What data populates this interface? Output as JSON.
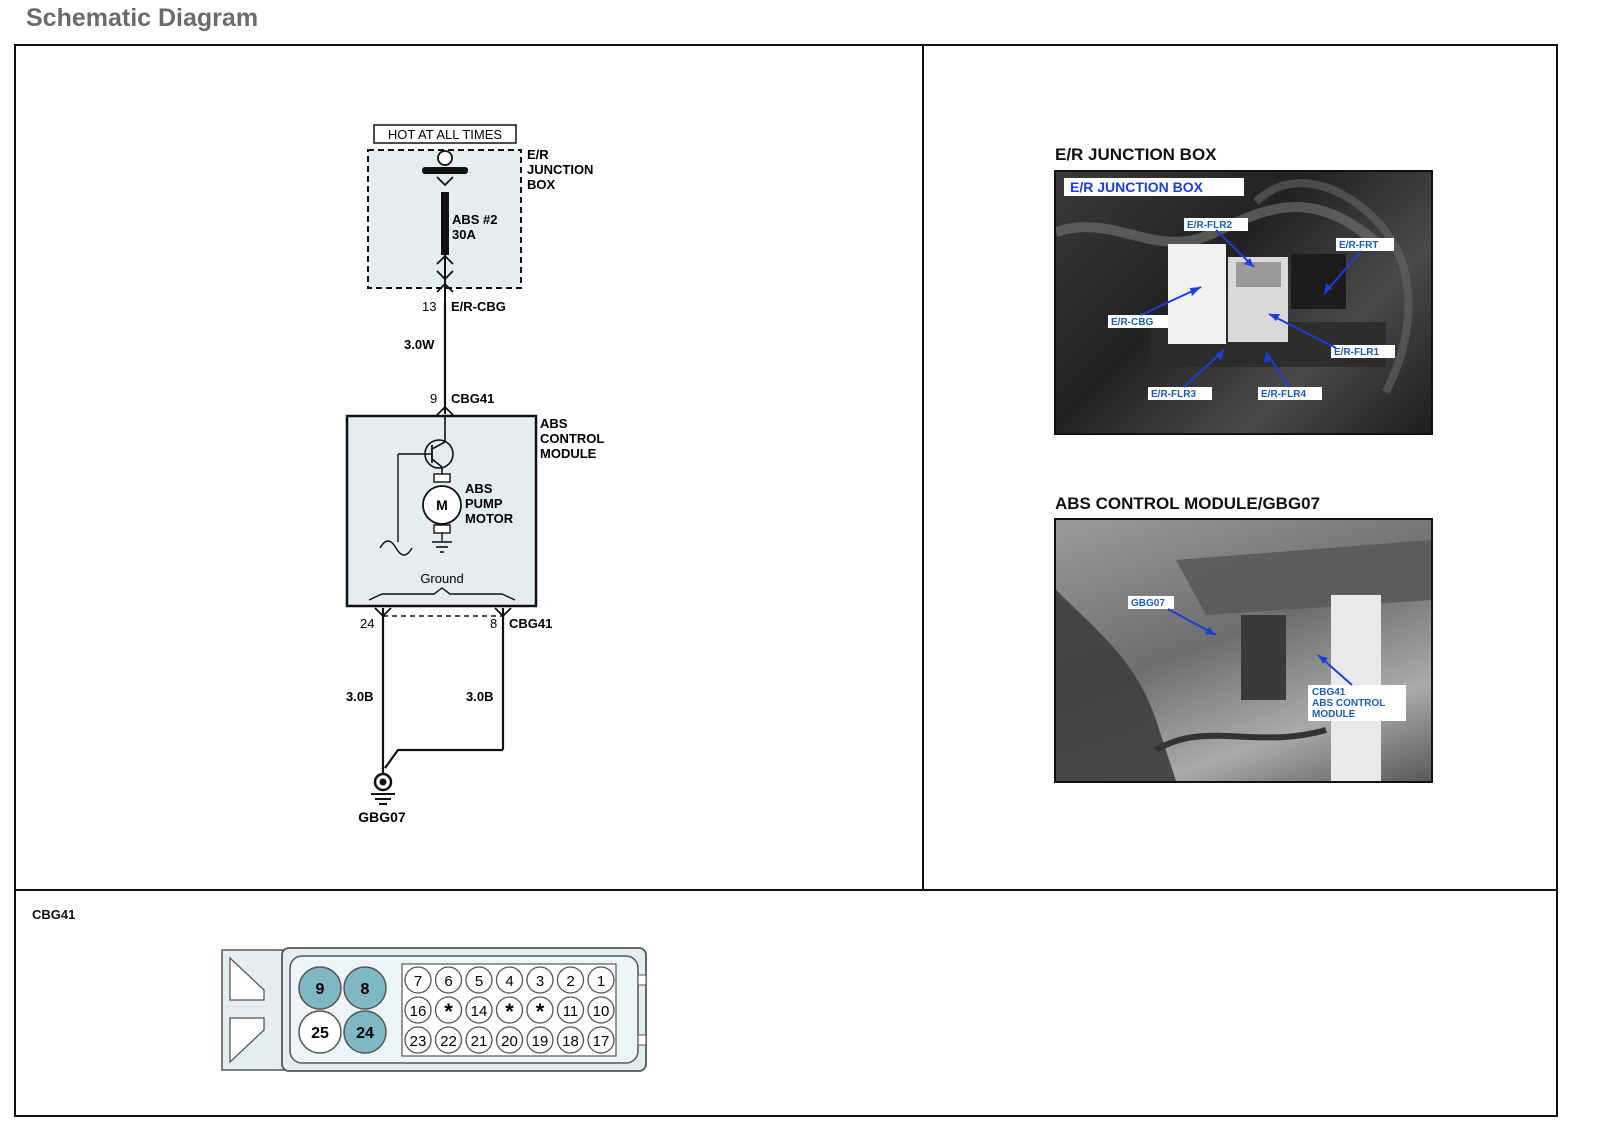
{
  "page_title": "Schematic Diagram",
  "schematic": {
    "hot_label": "HOT AT ALL TIMES",
    "junction_box_label": [
      "E/R",
      "JUNCTION",
      "BOX"
    ],
    "fuse_label": [
      "ABS #2",
      "30A"
    ],
    "pin_13": "13",
    "conn_er_cbg": "E/R-CBG",
    "wire_1": "3.0W",
    "pin_9": "9",
    "conn_cbg41_top": "CBG41",
    "module_label": [
      "ABS",
      "CONTROL",
      "MODULE"
    ],
    "motor_symbol": "M",
    "motor_label": [
      "ABS",
      "PUMP",
      "MOTOR"
    ],
    "ground_label": "Ground",
    "pin_24": "24",
    "pin_8": "8",
    "conn_cbg41_bottom": "CBG41",
    "wire_2": "3.0B",
    "wire_3": "3.0B",
    "ground_point": "GBG07"
  },
  "photo_junction_box": {
    "title": "E/R JUNCTION BOX",
    "inner_title": "E/R JUNCTION BOX",
    "callouts": [
      "E/R-FLR2",
      "E/R-FRT",
      "E/R-CBG",
      "E/R-FLR1",
      "E/R-FLR3",
      "E/R-FLR4"
    ]
  },
  "photo_abs_module": {
    "title": "ABS CONTROL MODULE/GBG07",
    "callout_ground": "GBG07",
    "callout_module": [
      "CBG41",
      "ABS CONTROL",
      "MODULE"
    ]
  },
  "connector": {
    "title": "CBG41",
    "big_pins": [
      "9",
      "8",
      "25",
      "24"
    ],
    "highlighted_pins": [
      "9",
      "8",
      "24"
    ],
    "row1": [
      "7",
      "6",
      "5",
      "4",
      "3",
      "2",
      "1"
    ],
    "row2": [
      "16",
      "*",
      "14",
      "*",
      "*",
      "11",
      "10"
    ],
    "row3": [
      "23",
      "22",
      "21",
      "20",
      "19",
      "18",
      "17"
    ]
  },
  "colors": {
    "highlight_pin": "#7fb7c4",
    "box_fill": "#e3eef0",
    "callout_text": "#1a5fb4",
    "arrow": "#1a3fd6"
  }
}
